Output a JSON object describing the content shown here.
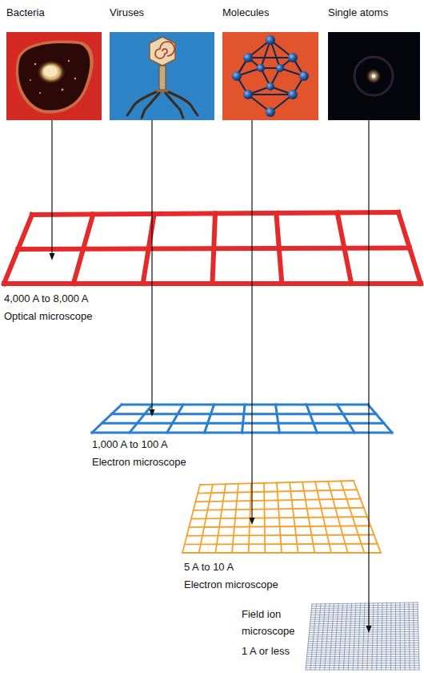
{
  "diagram": {
    "nodes": [
      {
        "text": [
          "Bacteria"
        ]
      },
      {
        "text": [
          "Viruses"
        ]
      },
      {
        "text": [
          "Molecules"
        ]
      },
      {
        "text": [
          "Single atoms"
        ]
      },
      {
        "text": [
          "4,000 A to 8,000 A",
          "Optical microscope"
        ]
      },
      {
        "text": [
          "1,000 A to 100 A",
          "Electron microscope"
        ]
      },
      {
        "text": [
          "5 A to 10 A",
          "Electron microscope"
        ]
      },
      {
        "text": [
          "Field ion microscope",
          "1 A or less"
        ]
      }
    ],
    "edges": [
      {
        "from": 0,
        "to": 4,
        "arrow": "to"
      },
      {
        "from": 1,
        "to": 5,
        "arrow": "to"
      },
      {
        "from": 2,
        "to": 6,
        "arrow": "to"
      },
      {
        "from": 3,
        "to": 7,
        "arrow": "to"
      }
    ]
  }
}
